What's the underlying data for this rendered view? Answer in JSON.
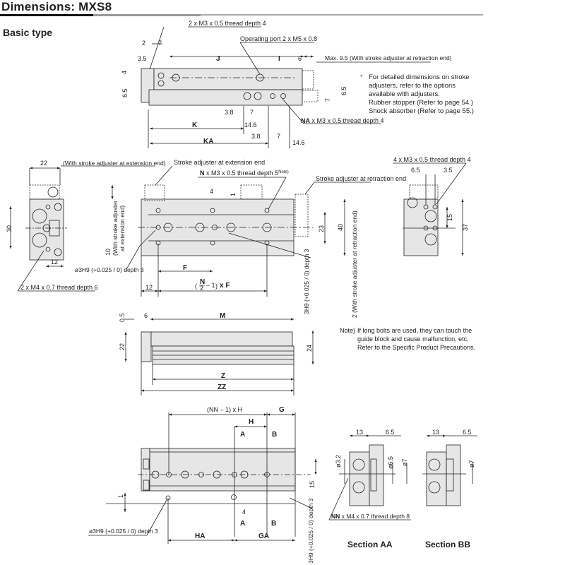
{
  "header": {
    "title": "Dimensions: MXS8",
    "subtitle": "Basic type"
  },
  "top_view": {
    "callout_thread_top": "2 x M3 x 0.5 thread depth 4",
    "callout_port": "Operating port 2 x M5 x 0.8",
    "dim_2": "2",
    "dim_7": "7",
    "dim_3_5": "3.5",
    "dim_J": "J",
    "dim_I": "I",
    "dim_6": "6",
    "callout_max": "Max. 9.5 (With stroke adjuster at retraction end)",
    "dim_4": "4",
    "dim_6_5_left": "6.5",
    "dim_6_5_right": "6.5",
    "dim_7_right": "7",
    "dim_3_8_a": "3.8",
    "dim_7_a": "7",
    "dim_14_6_a": "14.6",
    "dim_K": "K",
    "dim_3_8_b": "3.8",
    "dim_7_b": "7",
    "dim_14_6_b": "14.6",
    "dim_KA": "KA",
    "callout_NA_bold": "NA",
    "callout_NA_rest": " x M3 x 0.5 thread depth 4"
  },
  "footnote_adjusters": {
    "mark": "*",
    "lines": [
      "For detailed dimensions on stroke",
      "adjusters, refer to the options",
      "available with adjusters.",
      "Rubber stopper (Refer to page 54.)",
      "Shock absorber (Refer to page 55.)"
    ]
  },
  "end_view_left": {
    "dim_22": "22",
    "callout_ext": "(With stroke adjuster at extension end)",
    "dim_30": "30",
    "dim_12": "12",
    "callout_thread": "2 x M4 x 0.7 thread depth 6"
  },
  "side_view": {
    "callout_adj_ext": "Stroke adjuster at extension end",
    "callout_N_bold": "N",
    "callout_N_rest": " x M3 x 0.5 thread depth 5",
    "callout_N_note": "Note)",
    "callout_adj_ret": "Stroke adjuster at retraction end",
    "dim_4": "4",
    "dim_1": "1",
    "dim_10": "10",
    "dim_10_note_1": "(With stroke adjuster",
    "dim_10_note_2": "at extension end)",
    "dim_23": "23",
    "dim_40": "40",
    "dim_F": "F",
    "dim_12": "12",
    "dim_NF_N": "N",
    "dim_NF_2": "2",
    "dim_NF_rest": "– 1",
    "dim_NF_xF": "x F",
    "callout_bore_left": "ø3H9 (+0.025 / 0) depth 3",
    "callout_bore_right": "3H9 (+0.025 / 0) depth 3",
    "dim_2_ret": "2 (With stroke adjuster at retraction end)"
  },
  "end_view_right": {
    "callout_thread": "4 x M3 x 0.5 thread depth 4",
    "dim_6_5": "6.5",
    "dim_3_5": "3.5",
    "dim_15": "15",
    "dim_37": "37"
  },
  "front_view": {
    "dim_0_5": "0.5",
    "dim_6": "6",
    "dim_M": "M",
    "dim_22": "22",
    "dim_24": "24",
    "dim_Z": "Z",
    "dim_ZZ": "ZZ"
  },
  "note_bolts": {
    "prefix": "Note)",
    "lines": [
      "If long bolts are used, they can touch the",
      "guide block and cause malfunction, etc.",
      "Refer to the Specific Product Precautions."
    ]
  },
  "bottom_view": {
    "dim_NN_H": "(NN – 1) x H",
    "dim_G": "G",
    "dim_H": "H",
    "dim_A_top": "A",
    "dim_B_top": "B",
    "dim_15": "15",
    "dim_1": "1",
    "dim_4": "4",
    "dim_A_bottom": "A",
    "dim_B_bottom": "B",
    "dim_HA": "HA",
    "dim_GA": "GA",
    "callout_bore_left": "ø3H9 (+0.025 / 0) depth 3",
    "callout_bore_right": "3H9 (+0.025 / 0) depth 3"
  },
  "sections": {
    "aa_dim_13": "13",
    "aa_dim_6_5": "6.5",
    "aa_dim_d3_2": "ø3.2",
    "aa_dim_d6_5": "ø6.5",
    "aa_dim_d7": "ø7",
    "aa_callout_bold": "NN",
    "aa_callout_rest": " x M4 x 0.7 thread depth 8",
    "aa_label": "Section AA",
    "bb_dim_13": "13",
    "bb_dim_6_5": "6.5",
    "bb_dim_d7": "ø7",
    "bb_label": "Section BB"
  },
  "colors": {
    "body_fill": "#e6e6e6",
    "line": "#222222",
    "title_rule": "#111111",
    "title_rule_light": "#999999"
  }
}
